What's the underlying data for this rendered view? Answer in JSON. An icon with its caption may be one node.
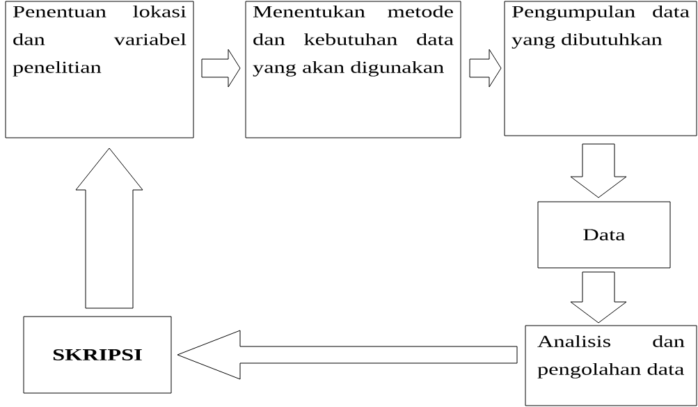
{
  "diagram": {
    "nodes": [
      {
        "text": [
          "Penentuan lokasi dan variabel penelitian"
        ]
      },
      {
        "text": [
          "Menentukan metode dan kebutuhan data yang akan digunakan"
        ]
      },
      {
        "text": [
          "Pengumpulan data yang dibutuhkan"
        ]
      },
      {
        "text": [
          "Data"
        ]
      },
      {
        "text": [
          "Analisis dan pengolahan data"
        ]
      },
      {
        "text": [
          "SKRIPSI"
        ]
      }
    ],
    "edges": [
      {
        "from": 0,
        "to": 1,
        "arrow": "to"
      },
      {
        "from": 1,
        "to": 2,
        "arrow": "to"
      },
      {
        "from": 2,
        "to": 3,
        "arrow": "to"
      },
      {
        "from": 3,
        "to": 4,
        "arrow": "to"
      },
      {
        "from": 4,
        "to": 5,
        "arrow": "to"
      },
      {
        "from": 5,
        "to": 0,
        "arrow": "to"
      }
    ]
  }
}
